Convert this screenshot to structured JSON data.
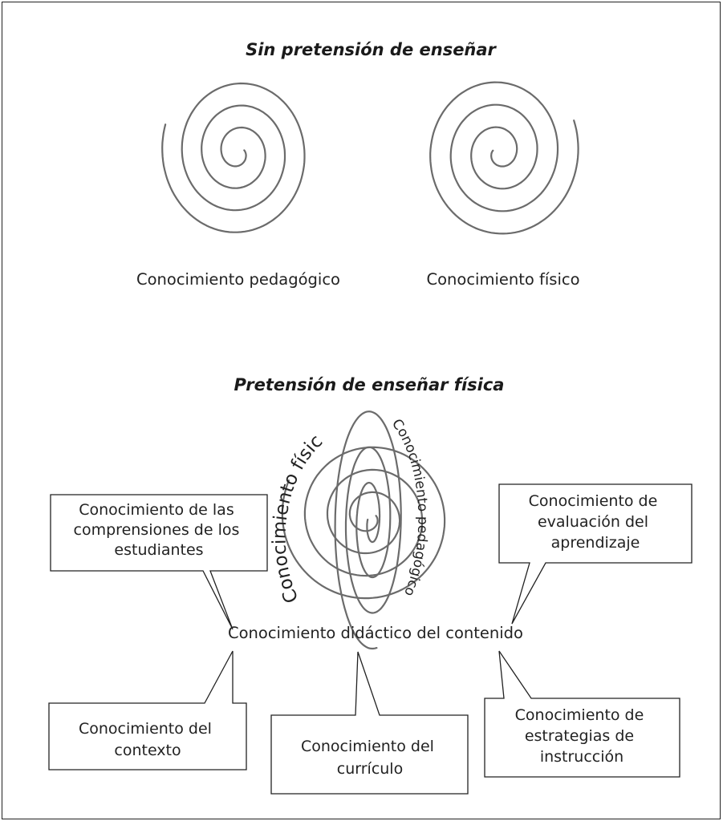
{
  "section_top": {
    "title": "Sin pretensión de enseñar",
    "left_label": "Conocimiento pedagógico",
    "right_label": "Conocimiento físico"
  },
  "section_bottom": {
    "title": "Pretensión de enseñar física",
    "curved_left": "Conocimiento físico",
    "curved_right": "Conocimiento pedagógico",
    "center_label": "Conocimiento didáctico del contenido"
  },
  "callouts": {
    "students": [
      "Conocimiento de las",
      "comprensiones de los",
      "estudiantes"
    ],
    "evaluation": [
      "Conocimiento de",
      "evaluación del",
      "aprendizaje"
    ],
    "context": [
      "Conocimiento del",
      "contexto"
    ],
    "curriculum": [
      "Conocimiento del",
      "currículo"
    ],
    "strategies": [
      "Conocimiento de",
      "estrategias de",
      "instrucción"
    ]
  },
  "colors": {
    "spiral": "#6b6b6b",
    "ink": "#222222"
  }
}
